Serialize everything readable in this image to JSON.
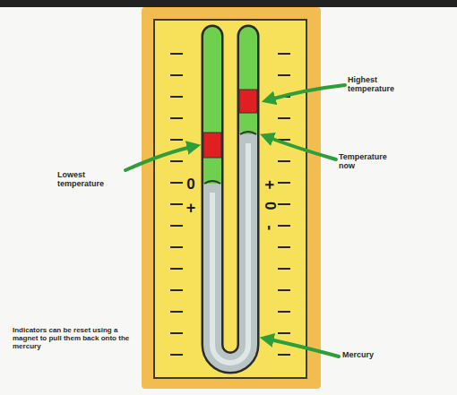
{
  "diagram": {
    "labels": [
      "Highest temperature",
      "Temperature now",
      "Lowest temperature",
      "0",
      "+",
      "+",
      "0",
      "-",
      "Mercury",
      "Indicators can be reset using a magnet to pull them back onto the mercury"
    ]
  }
}
